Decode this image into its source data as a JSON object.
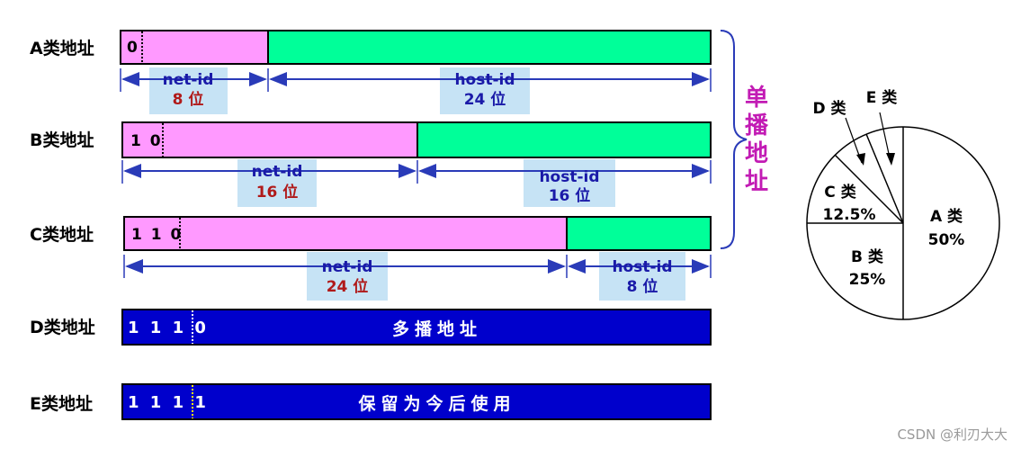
{
  "classes": {
    "a": {
      "label": "A类地址",
      "bits": "0",
      "net": "net-id",
      "net_bits": "8 位",
      "host": "host-id",
      "host_bits": "24 位"
    },
    "b": {
      "label": "B类地址",
      "bits": "1 0",
      "net": "net-id",
      "net_bits": "16 位",
      "host": "host-id",
      "host_bits": "16 位"
    },
    "c": {
      "label": "C类地址",
      "bits": "1 1 0",
      "net": "net-id",
      "net_bits": "24 位",
      "host": "host-id",
      "host_bits": "8 位"
    },
    "d": {
      "label": "D类地址",
      "bits": "1 1 1 0",
      "text": "多播地址"
    },
    "e": {
      "label": "E类地址",
      "bits": "1 1 1 1",
      "text": "保留为今后使用"
    }
  },
  "unicast": [
    "单",
    "播",
    "地",
    "址"
  ],
  "pie": {
    "a": {
      "name": "A 类",
      "pct": "50%"
    },
    "b": {
      "name": "B 类",
      "pct": "25%"
    },
    "c": {
      "name": "C 类",
      "pct": "12.5%"
    },
    "d": {
      "name": "D 类"
    },
    "e": {
      "name": "E 类"
    }
  },
  "colors": {
    "net": "#ff99ff",
    "host": "#00ff99",
    "multicast": "#0000cc",
    "bracket": "#2a3bb8",
    "unicast": "#c21bb4",
    "box": "#c6e3f5"
  },
  "watermark": "CSDN @利刃大大"
}
